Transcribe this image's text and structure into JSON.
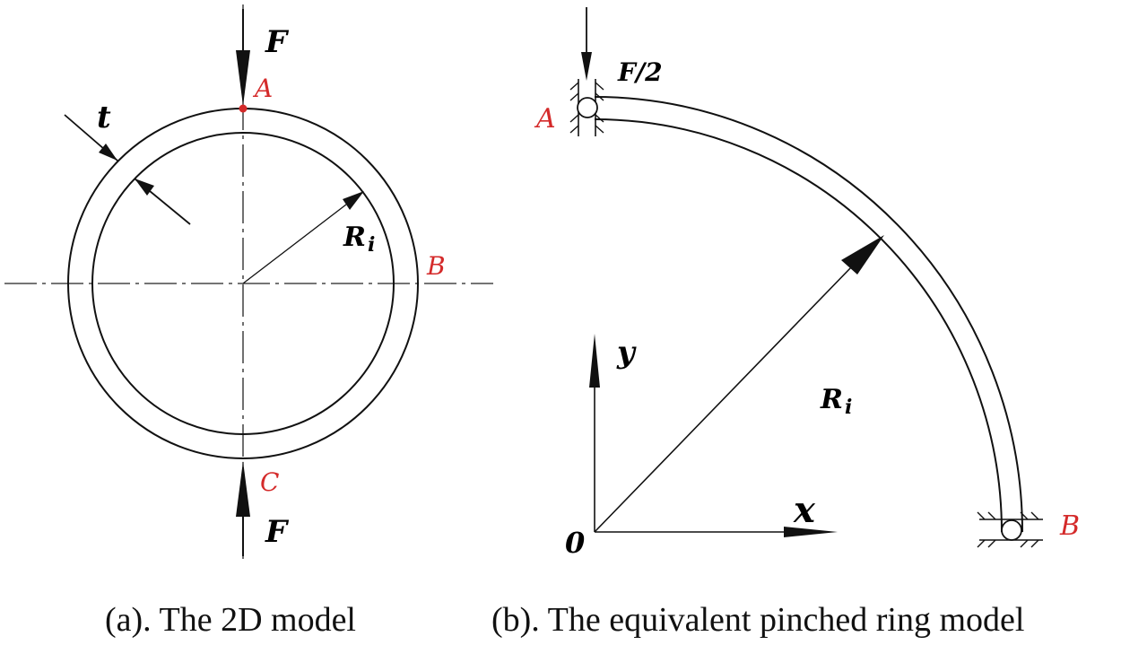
{
  "figure_a": {
    "caption": "(a). The 2D model",
    "label_force_top": "F",
    "label_force_bottom": "F",
    "label_thickness": "t",
    "label_radius": "R",
    "label_radius_sub": "i",
    "point_a": "A",
    "point_b": "B",
    "point_c": "C"
  },
  "figure_b": {
    "caption": "(b). The equivalent pinched ring model",
    "label_force": "F/2",
    "label_radius": "R",
    "label_radius_sub": "i",
    "axis_x": "x",
    "axis_y": "y",
    "origin": "0",
    "point_a": "A",
    "point_b": "B"
  },
  "colors": {
    "line": "#111111",
    "highlight": "#d42a2a"
  }
}
